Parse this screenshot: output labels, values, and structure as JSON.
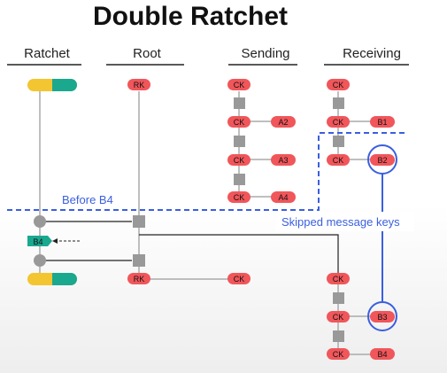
{
  "title": "Double Ratchet",
  "columns": {
    "ratchet": "Ratchet",
    "root": "Root",
    "sending": "Sending",
    "receiving": "Receiving"
  },
  "labels": {
    "before_b4": "Before B4",
    "skipped_keys": "Skipped message keys",
    "rk": "RK",
    "ck": "CK",
    "a2": "A2",
    "a3": "A3",
    "a4": "A4",
    "b1": "B1",
    "b2": "B2",
    "b3": "B3",
    "b4": "B4"
  },
  "colors": {
    "key_red": "#f0565a",
    "ratchet_yellow": "#f3c531",
    "ratchet_teal": "#1aa88f",
    "kdf_gray": "#999999",
    "divider_blue": "#3a5fe0",
    "line_dark": "#222222",
    "line_gray": "#aaaaaa"
  }
}
